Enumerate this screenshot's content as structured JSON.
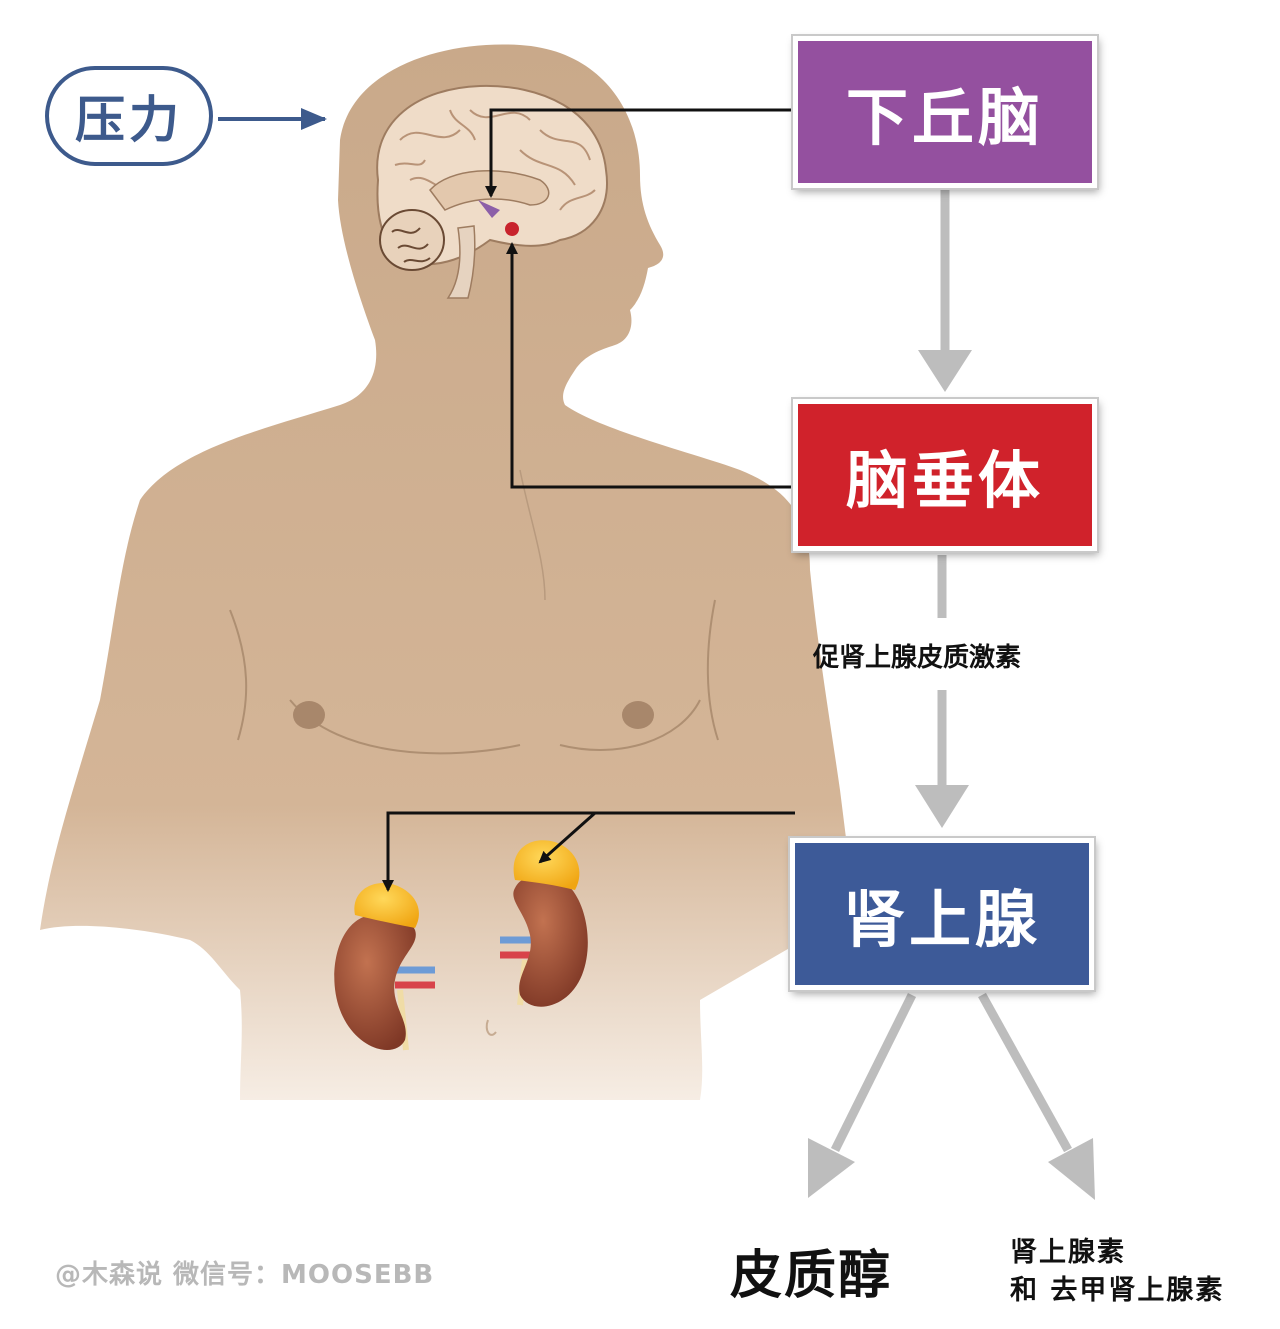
{
  "stress": {
    "label": "压力"
  },
  "boxes": {
    "hypothalamus": {
      "label": "下丘脑"
    },
    "pituitary": {
      "label": "脑垂体"
    },
    "adrenal": {
      "label": "肾上腺"
    }
  },
  "hormone": {
    "label": "促肾上腺皮质激素"
  },
  "outputs": {
    "cortisol": "皮质醇",
    "epinephrine_line1": "肾上腺素",
    "epinephrine_line2": "和 去甲肾上腺素"
  },
  "watermark": "@木森说 微信号：MOOSEBB",
  "colors": {
    "hypothalamus": "#94509f",
    "pituitary": "#d0222b",
    "adrenal": "#3d5a98",
    "stress_border": "#3d5a8c",
    "skin": "#c9a98a",
    "gray_arrow": "#bdbdbd",
    "kidney": "#9a4a34",
    "adrenal_gland": "#f4b41a"
  },
  "icons": [
    "human-torso-illustration",
    "brain-icon",
    "kidney-left-icon",
    "kidney-right-icon"
  ]
}
